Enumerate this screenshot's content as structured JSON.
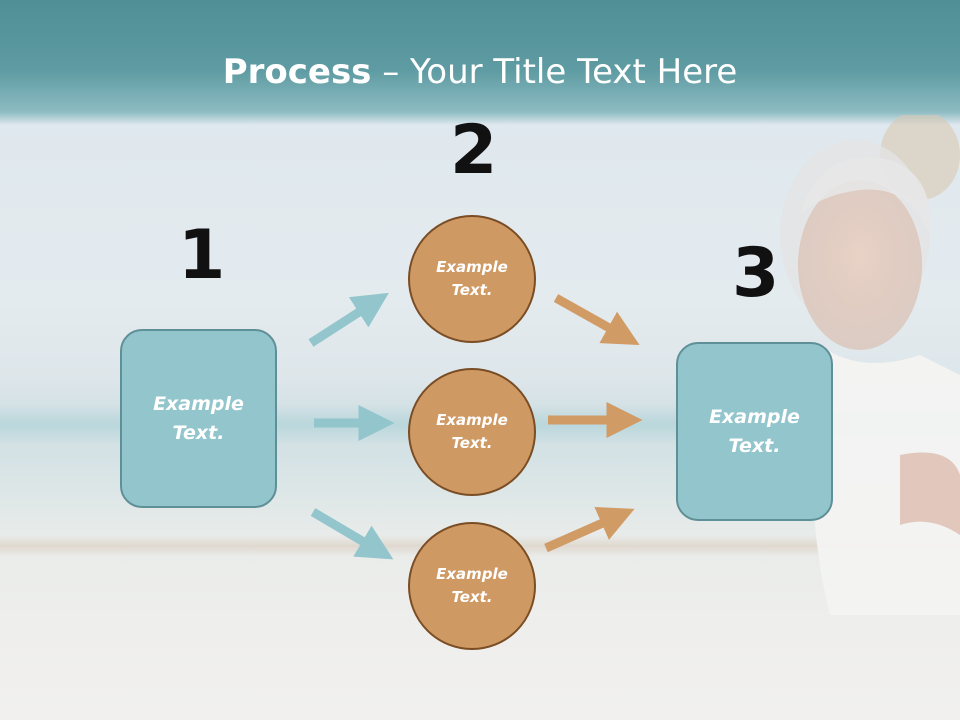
{
  "title": {
    "bold": "Process",
    "rest": " – Your Title Text Here"
  },
  "steps": {
    "one": "1",
    "two": "2",
    "three": "3"
  },
  "box_left": {
    "text": "Example\nText."
  },
  "box_right": {
    "text": "Example\nText."
  },
  "circles": [
    {
      "text": "Example\nText."
    },
    {
      "text": "Example\nText."
    },
    {
      "text": "Example\nText."
    }
  ],
  "colors": {
    "header": "#4f8f96",
    "box_fill": "#93c5cc",
    "box_border": "#5f8f97",
    "circle_fill": "#cf9964",
    "circle_border": "#7a4d24",
    "arrow_teal": "#93c5cc",
    "arrow_orange": "#d19b66"
  }
}
